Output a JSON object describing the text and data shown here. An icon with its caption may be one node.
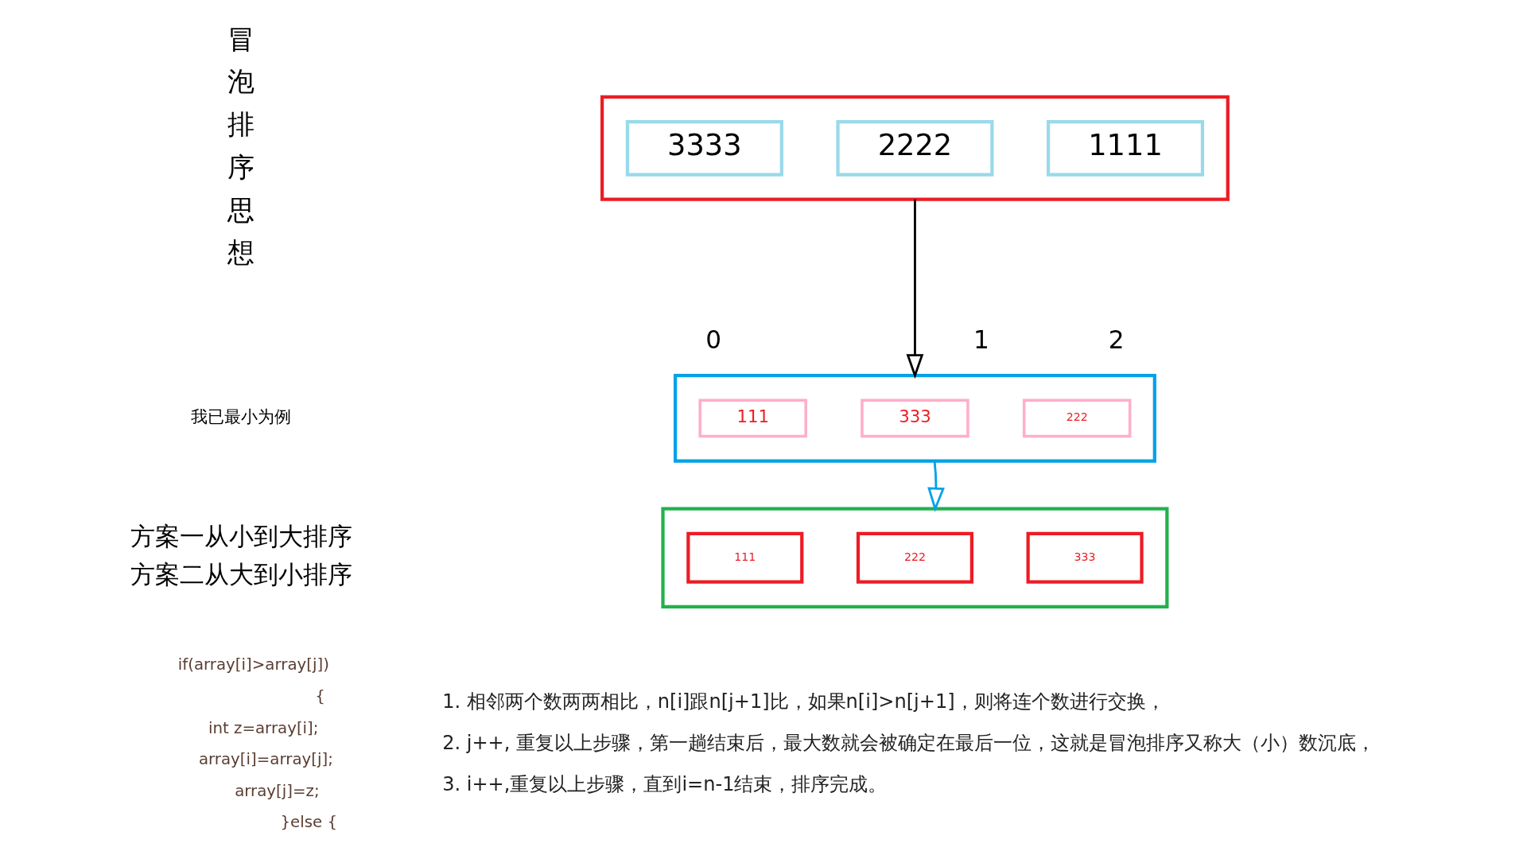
{
  "diagram": {
    "nodes": [
      {
        "text": [],
        "shape": "box"
      },
      {
        "text": [
          "3333"
        ],
        "in": 0
      },
      {
        "text": [
          "2222"
        ],
        "in": 0
      },
      {
        "text": [
          "1111"
        ],
        "in": 0
      },
      {
        "text": [],
        "shape": "box"
      },
      {
        "text": [
          "111"
        ],
        "in": 4
      },
      {
        "text": [
          "333"
        ],
        "in": 4
      },
      {
        "text": [
          "222"
        ],
        "in": 4
      },
      {
        "text": [],
        "shape": "box"
      },
      {
        "text": [
          "111"
        ],
        "in": 8
      },
      {
        "text": [
          "222"
        ],
        "in": 8
      },
      {
        "text": [
          "333"
        ],
        "in": 8
      }
    ],
    "edges": [
      {
        "from": 0,
        "to": 4,
        "arrow": "to"
      },
      {
        "from": 4,
        "to": 8,
        "arrow": "to",
        "color": "#00a2e8"
      }
    ],
    "labels": [
      "冒泡排序思想",
      "0",
      "1",
      "2",
      "我已最小为例",
      "方案一从小到大排序",
      "方案二从大到小排序",
      "if(array[i]>array[j])",
      "{",
      "int z=array[i];",
      "array[i]=array[j];",
      "array[j]=z;",
      "}else {",
      "1. 相邻两个数两两相比，n[i]跟n[j+1]比，如果n[i]>n[j+1]，则将连个数进行交换，",
      "2. j++, 重复以上步骤，第一趟结束后，最大数就会被确定在最后一位，这就是冒泡排序又称大（小）数沉底，",
      "3. i++,重复以上步骤，直到i=n-1结束，排序完成。"
    ]
  }
}
